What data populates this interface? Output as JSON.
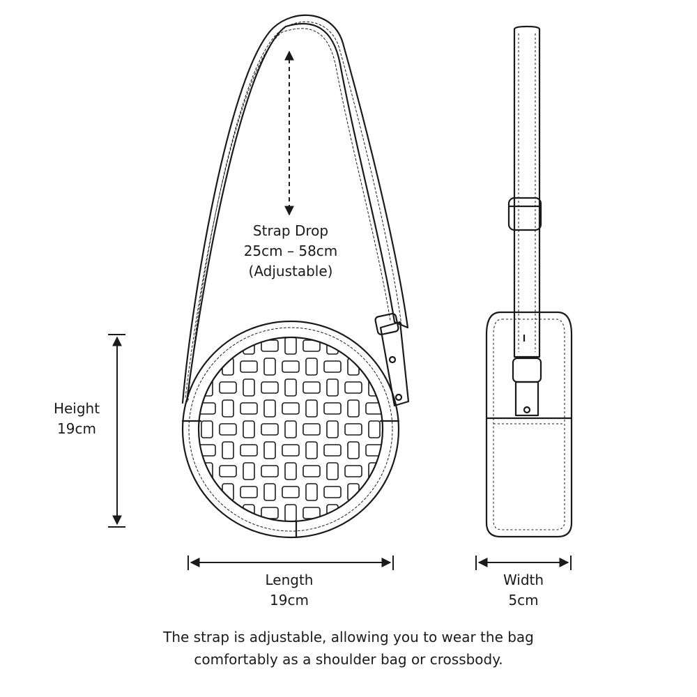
{
  "dimensions": {
    "strap_drop": {
      "label": "Strap Drop",
      "value": "25cm – 58cm",
      "note": "(Adjustable)"
    },
    "height": {
      "label": "Height",
      "value": "19cm"
    },
    "length": {
      "label": "Length",
      "value": "19cm"
    },
    "width": {
      "label": "Width",
      "value": "5cm"
    }
  },
  "caption": {
    "line1": "The strap is adjustable, allowing you to wear the bag",
    "line2": "comfortably as a shoulder bag or crossbody."
  },
  "colors": {
    "ink": "#1a1a1a",
    "background": "#ffffff"
  }
}
